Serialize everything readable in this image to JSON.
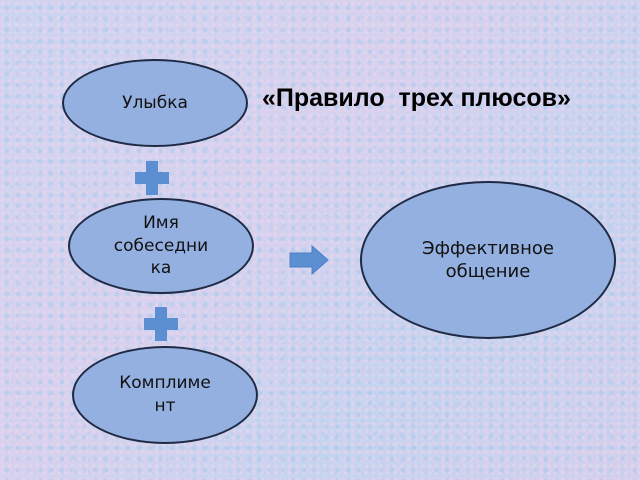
{
  "title": "«Правило  трех плюсов»",
  "nodes": {
    "smile": "Улыбка",
    "name": "Имя\nсобеседни\nка",
    "compliment": "Комплиме\nнт",
    "effective": "Эффективное\nобщение"
  },
  "icons": {
    "plus_1": "plus-icon",
    "plus_2": "plus-icon",
    "arrow": "arrow-right-icon"
  },
  "colors": {
    "node_fill": "#94b0e0",
    "node_border": "#1f2a44",
    "connector": "#5b8fd2"
  }
}
